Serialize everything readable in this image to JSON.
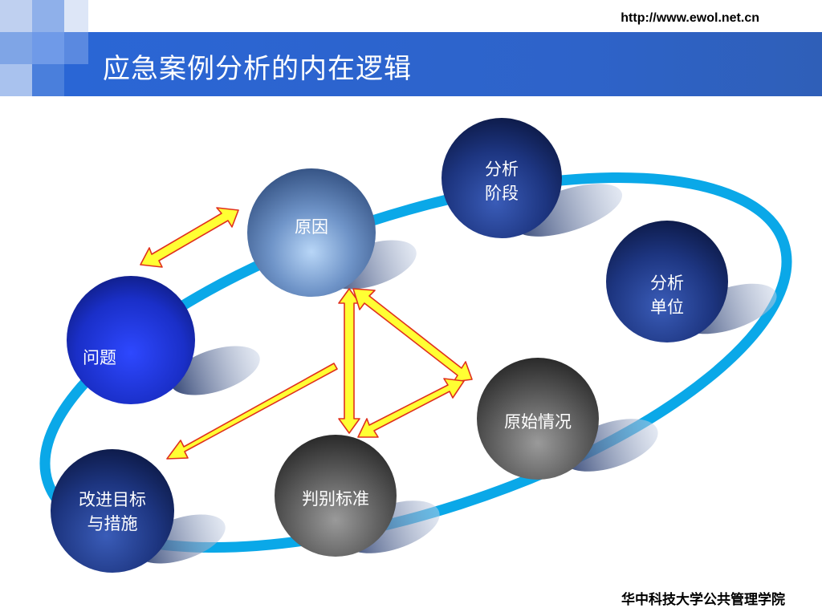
{
  "header": {
    "title": "应急案例分析的内在逻辑",
    "url": "http://www.ewol.net.cn"
  },
  "footer": {
    "institution": "华中科技大学公共管理学院"
  },
  "diagram": {
    "nodes": [
      {
        "id": "problem",
        "lines": [
          "问题"
        ]
      },
      {
        "id": "cause",
        "lines": [
          "原因"
        ]
      },
      {
        "id": "analysis-stage",
        "lines": [
          "分析",
          "阶段"
        ]
      },
      {
        "id": "analysis-unit",
        "lines": [
          "分析",
          "单位"
        ]
      },
      {
        "id": "original-situation",
        "lines": [
          "原始情况"
        ]
      },
      {
        "id": "judgment-criteria",
        "lines": [
          "判别标准"
        ]
      },
      {
        "id": "improvement-goals",
        "lines": [
          "改进目标",
          "与措施"
        ]
      }
    ],
    "colors": {
      "ring": "#0aa8e8",
      "arrow_fill": "#ffff33",
      "arrow_stroke": "#e0301e",
      "dark_blue": "#1a2f7a",
      "bright_blue": "#1a2fd0",
      "light_blue": "#8fb4de",
      "gray": "#5a5a5a"
    }
  }
}
